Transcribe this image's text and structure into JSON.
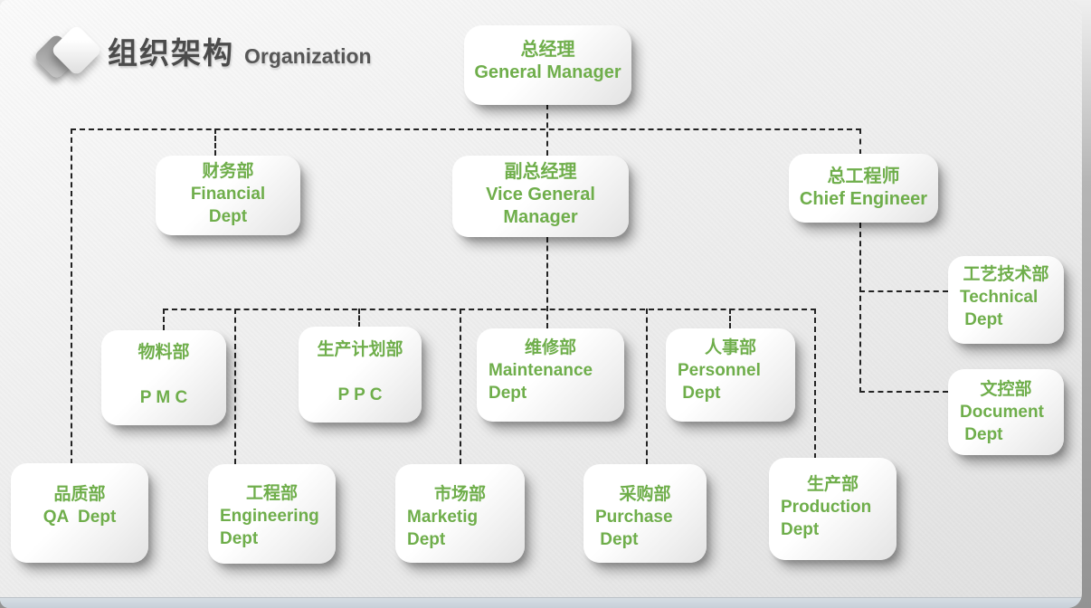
{
  "header": {
    "title_zh": "组织架构",
    "title_en": "Organization",
    "icon": "double-diamond-icon"
  },
  "theme": {
    "node_text_color": "#6fae4b",
    "title_color": "#4b4b4b",
    "connector_color": "#222222",
    "node_fill": "#ffffff",
    "footer_bar_color": "#ccd4dc",
    "slide_background": "#ededed"
  },
  "org": {
    "nodes": [
      {
        "id": "general-manager",
        "lines": [
          "总经理",
          "General Manager"
        ]
      },
      {
        "id": "financial-dept",
        "lines": [
          "财务部",
          "Financial",
          "Dept"
        ]
      },
      {
        "id": "vice-general-manager",
        "lines": [
          "副总经理",
          "Vice General",
          "Manager"
        ]
      },
      {
        "id": "chief-engineer",
        "lines": [
          "总工程师",
          "Chief Engineer"
        ]
      },
      {
        "id": "technical-dept",
        "lines": [
          "工艺技术部",
          "Technical",
          " Dept"
        ]
      },
      {
        "id": "document-dept",
        "lines": [
          "文控部",
          "Document",
          " Dept"
        ]
      },
      {
        "id": "pmc-dept",
        "lines": [
          "物料部",
          "",
          "P M C"
        ]
      },
      {
        "id": "ppc-dept",
        "lines": [
          "生产计划部",
          "",
          "P P C"
        ]
      },
      {
        "id": "maintenance-dept",
        "lines": [
          "维修部",
          "Maintenance",
          "Dept"
        ]
      },
      {
        "id": "personnel-dept",
        "lines": [
          "人事部",
          "Personnel",
          " Dept"
        ]
      },
      {
        "id": "qa-dept",
        "lines": [
          "品质部",
          "QA  Dept"
        ]
      },
      {
        "id": "engineering-dept",
        "lines": [
          "工程部",
          "Engineering",
          "Dept"
        ]
      },
      {
        "id": "marketing-dept",
        "lines": [
          "市场部",
          "Marketig",
          "Dept"
        ]
      },
      {
        "id": "purchase-dept",
        "lines": [
          "采购部",
          "Purchase",
          " Dept"
        ]
      },
      {
        "id": "production-dept",
        "lines": [
          "生产部",
          "Production",
          "Dept"
        ]
      }
    ],
    "edges": [
      {
        "from": "general-manager",
        "to": "financial-dept"
      },
      {
        "from": "general-manager",
        "to": "vice-general-manager"
      },
      {
        "from": "general-manager",
        "to": "chief-engineer"
      },
      {
        "from": "general-manager",
        "to": "qa-dept"
      },
      {
        "from": "chief-engineer",
        "to": "technical-dept"
      },
      {
        "from": "chief-engineer",
        "to": "document-dept"
      },
      {
        "from": "vice-general-manager",
        "to": "pmc-dept"
      },
      {
        "from": "vice-general-manager",
        "to": "ppc-dept"
      },
      {
        "from": "vice-general-manager",
        "to": "maintenance-dept"
      },
      {
        "from": "vice-general-manager",
        "to": "personnel-dept"
      },
      {
        "from": "vice-general-manager",
        "to": "engineering-dept"
      },
      {
        "from": "vice-general-manager",
        "to": "marketing-dept"
      },
      {
        "from": "vice-general-manager",
        "to": "purchase-dept"
      },
      {
        "from": "vice-general-manager",
        "to": "production-dept"
      }
    ]
  }
}
